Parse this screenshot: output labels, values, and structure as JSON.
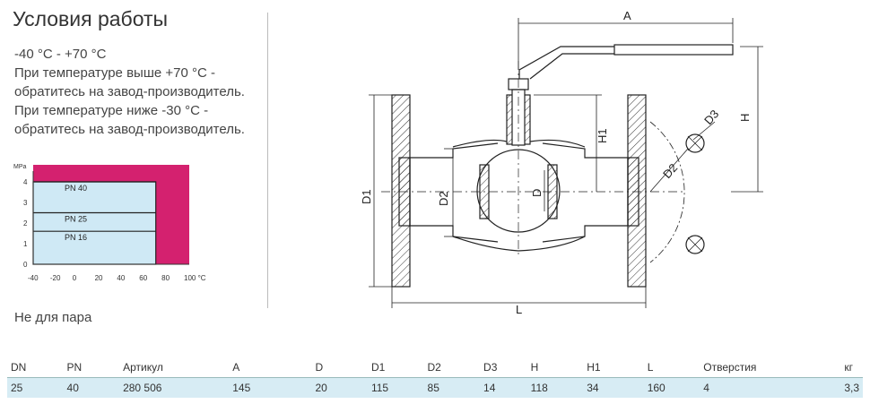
{
  "title": "Условия работы",
  "conditions": [
    "-40 °C - +70 °C",
    "При температуре выше +70 °C -",
    "обратитесь на завод-производитель.",
    "При температуре ниже -30 °C -",
    "обратитесь на завод-производитель."
  ],
  "note": "Не для пара",
  "colors": {
    "pink": "#d4216f",
    "blue": "#cfe9f5",
    "stroke": "#222222",
    "row_bg": "#d7ecf4"
  },
  "chart_data": {
    "type": "area",
    "ylabel": "MPa",
    "y_ticks": [
      "0",
      "1",
      "2",
      "3",
      "4"
    ],
    "x_ticks": [
      "-40",
      "-20",
      "0",
      "20",
      "40",
      "60",
      "80",
      "100 °C"
    ],
    "xlim": [
      -40,
      100
    ],
    "ylim": [
      0,
      4
    ],
    "x_range": [
      -40,
      70
    ],
    "series": [
      {
        "name": "PN 40",
        "value": 4
      },
      {
        "name": "PN 25",
        "value": 2.5
      },
      {
        "name": "PN 16",
        "value": 1.6
      }
    ]
  },
  "drawing_labels": {
    "A": "A",
    "H": "H",
    "H1": "H1",
    "D": "D",
    "D1": "D1",
    "D2": "D2",
    "D3": "D3",
    "L": "L"
  },
  "table": {
    "headers": [
      "DN",
      "PN",
      "Артикул",
      "A",
      "D",
      "D1",
      "D2",
      "D3",
      "H",
      "H1",
      "L",
      "Отверстия",
      "кг"
    ],
    "rows": [
      [
        "25",
        "40",
        "280 506",
        "145",
        "20",
        "115",
        "85",
        "14",
        "118",
        "34",
        "160",
        "4",
        "3,3"
      ]
    ]
  }
}
